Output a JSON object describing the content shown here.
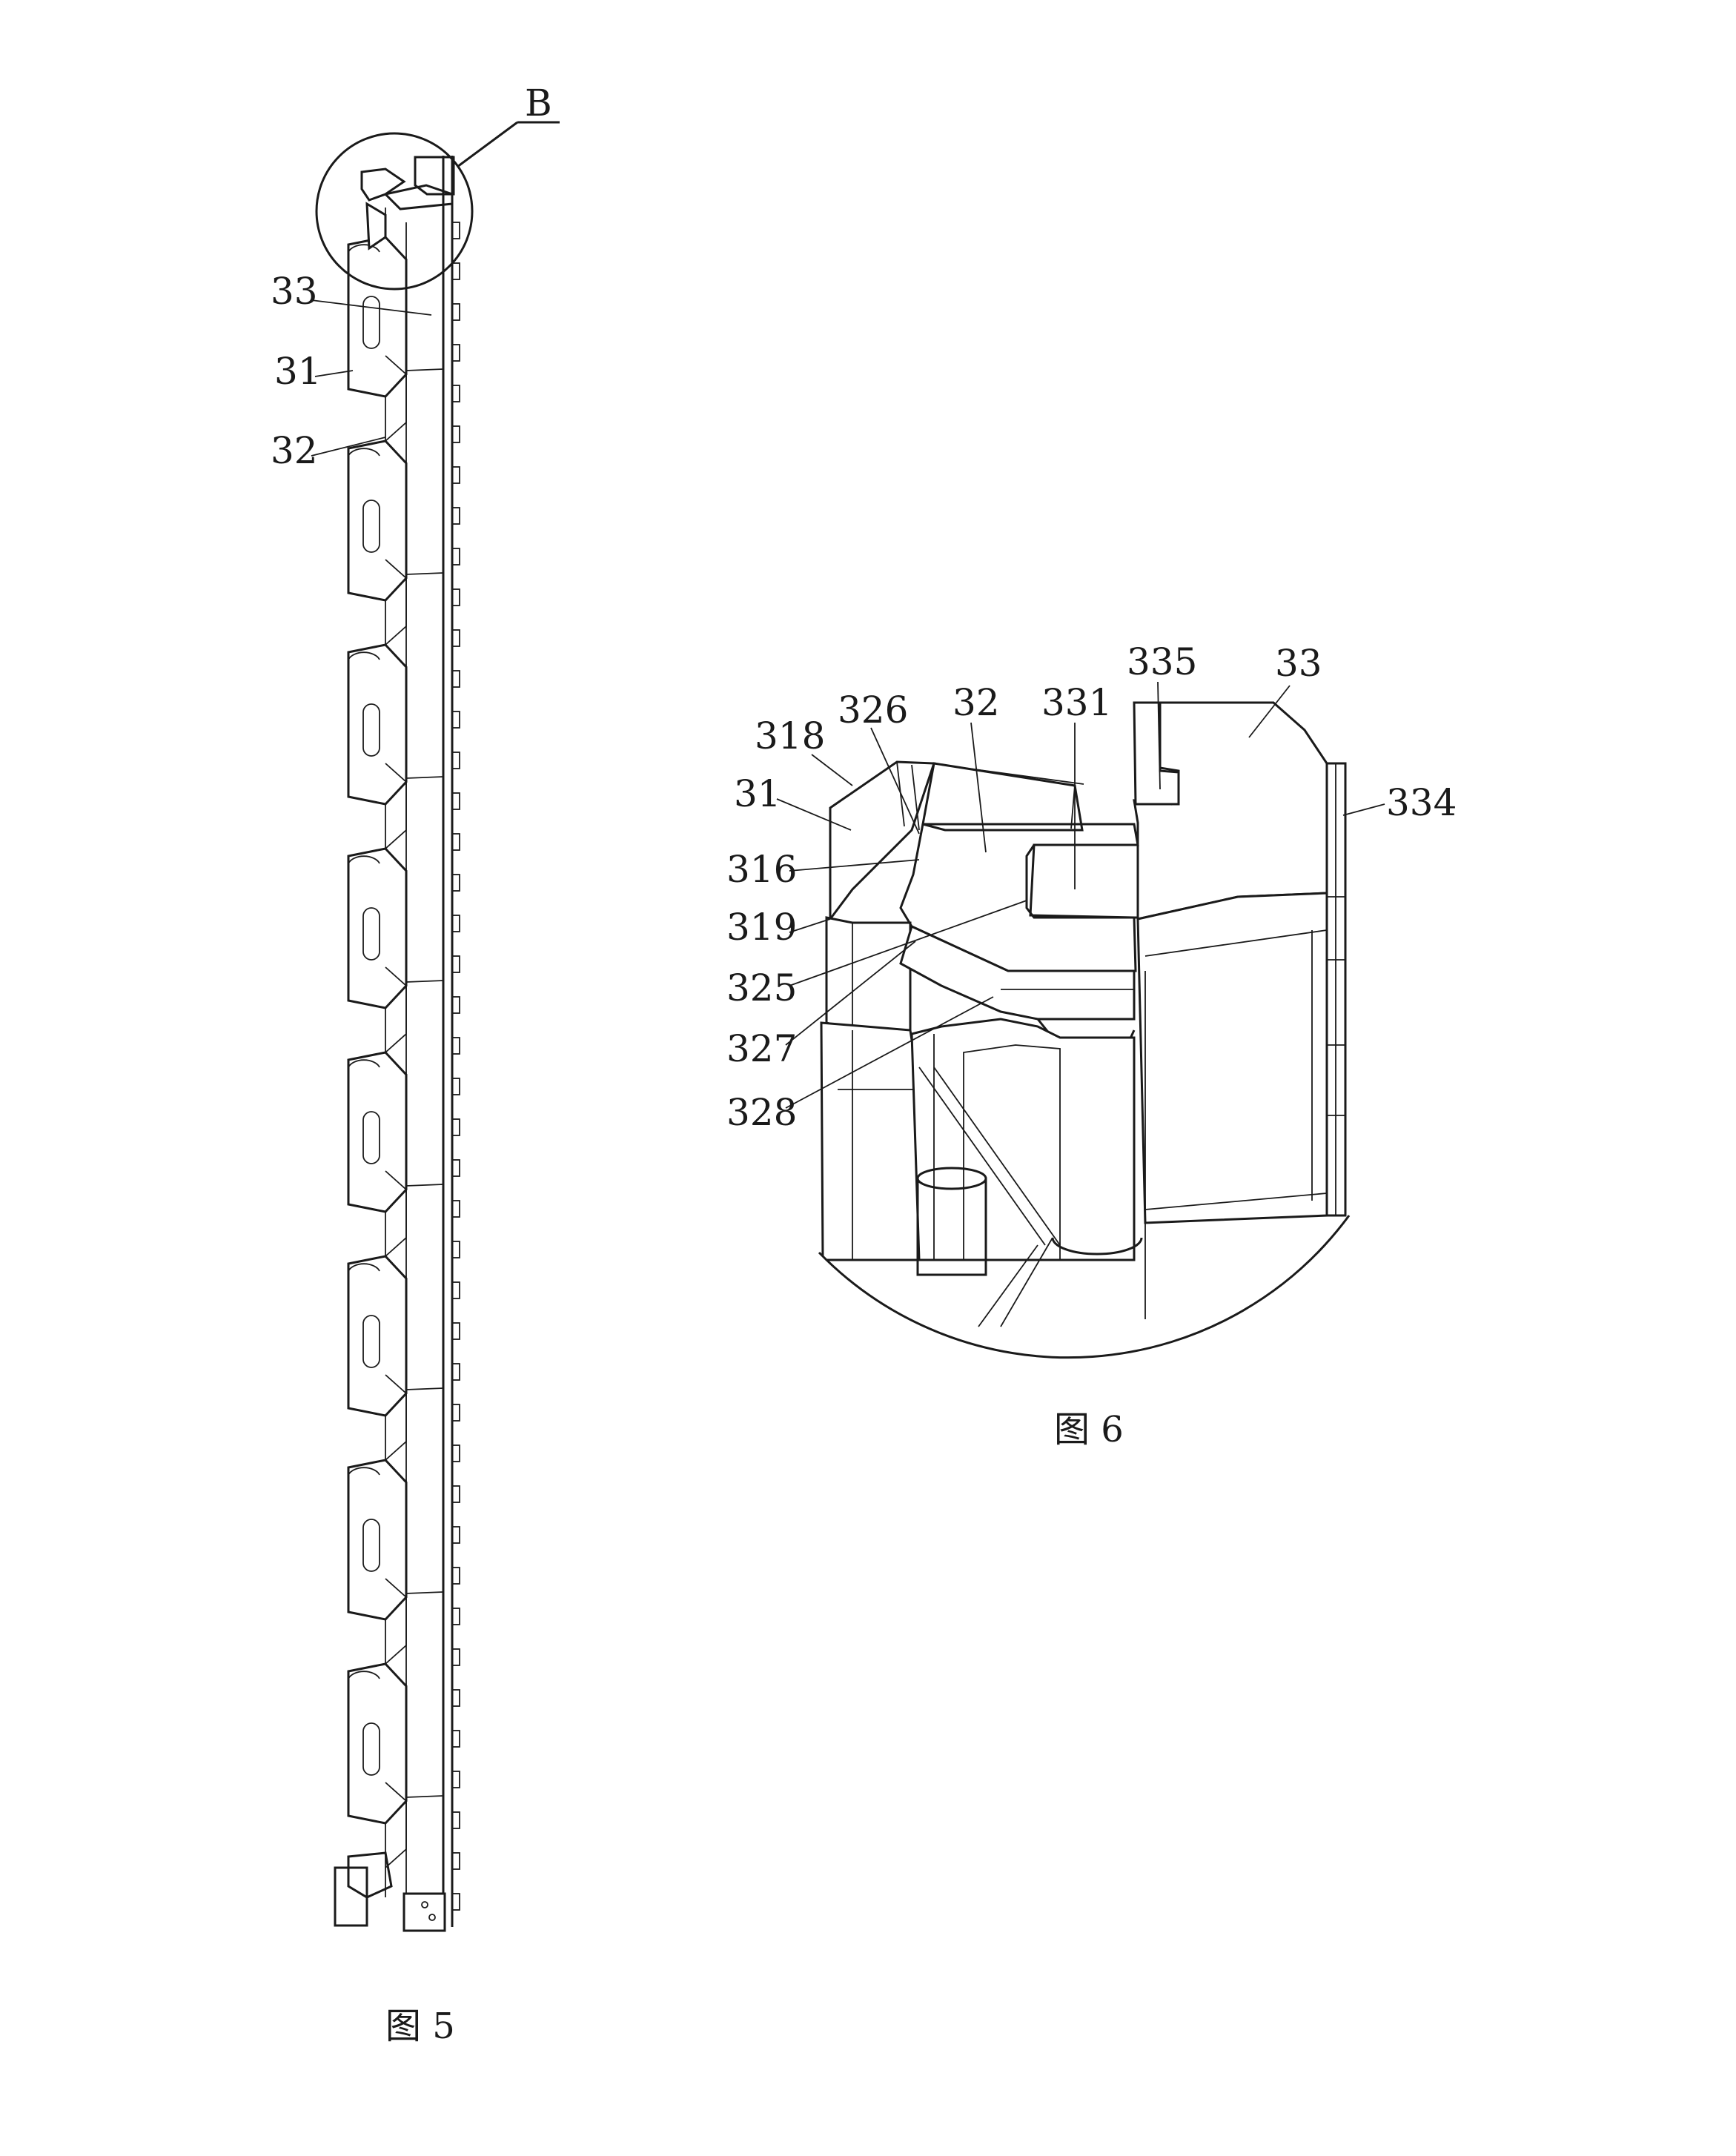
{
  "figure5": {
    "caption": "图 5",
    "detail_marker": "B",
    "labels": [
      "33",
      "31",
      "32"
    ]
  },
  "figure6": {
    "caption": "图 6",
    "labels": [
      "318",
      "326",
      "32",
      "331",
      "335",
      "33",
      "334",
      "31",
      "316",
      "319",
      "325",
      "327",
      "328"
    ]
  },
  "colors": {
    "ink": "#1a1a1a",
    "paper": "#ffffff"
  }
}
